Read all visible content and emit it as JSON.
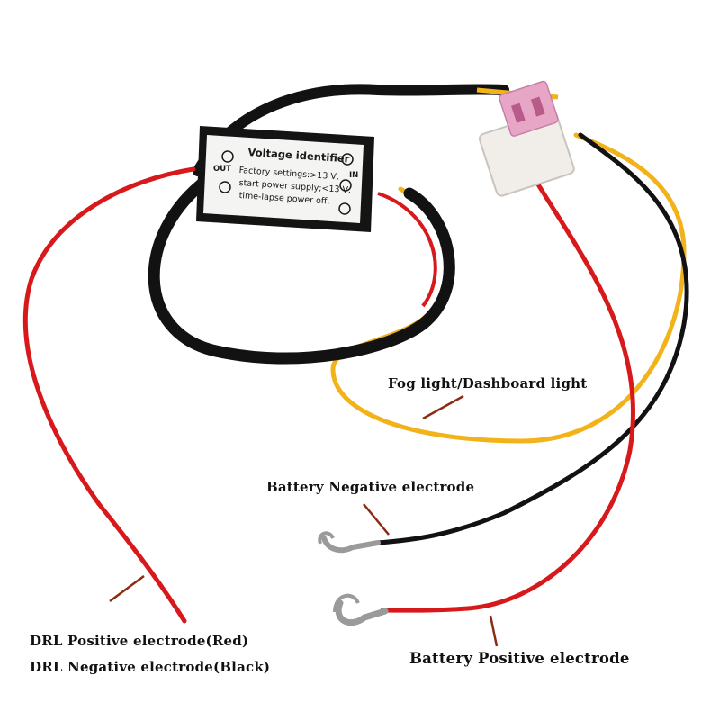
{
  "module": {
    "title": "Voltage identifier",
    "lines": [
      "Factory settings:>13 V,",
      "start power supply;<13 V,",
      "time-lapse power off."
    ],
    "out_label": "OUT",
    "in_label": "IN"
  },
  "callouts": {
    "fog_light": "Fog light/Dashboard light",
    "battery_negative": "Battery Negative electrode",
    "battery_positive": "Battery Positive electrode",
    "drl_positive": "DRL Positive electrode(Red)",
    "drl_negative": "DRL Negative electrode(Black)"
  },
  "colors": {
    "red_wire": "#d8191c",
    "black_wire": "#121212",
    "yellow_wire": "#f2b21a",
    "fuse_pink": "#e8a6c7",
    "leader_line": "#8a2c12"
  }
}
